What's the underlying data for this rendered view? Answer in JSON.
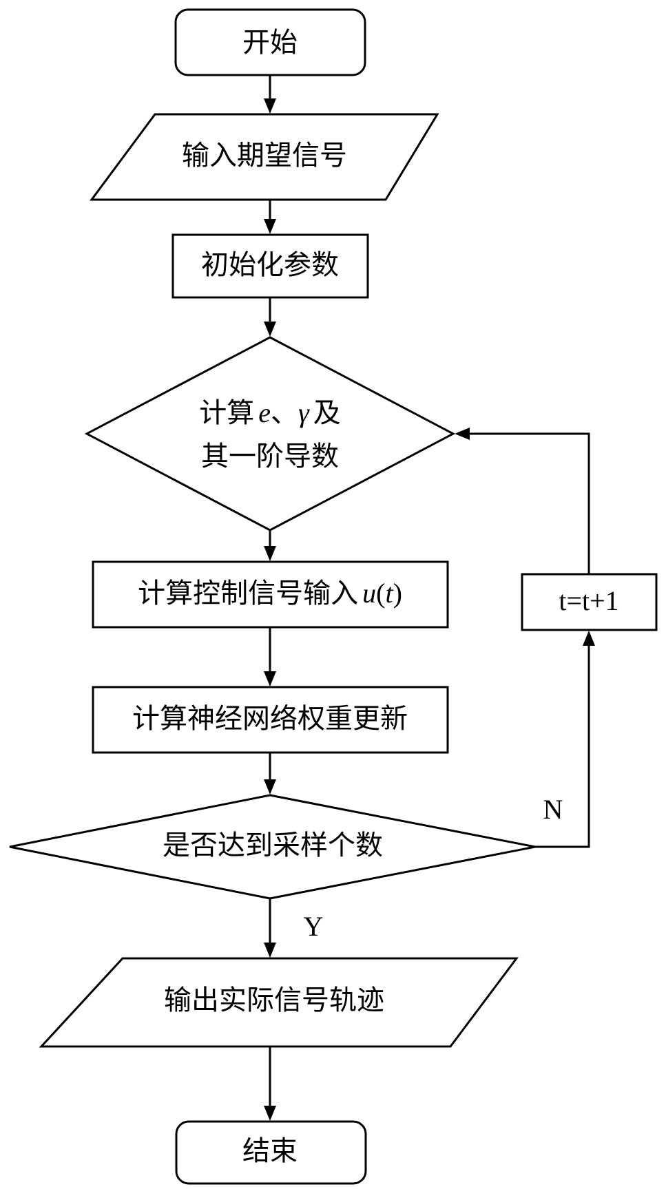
{
  "nodes": {
    "start": {
      "label": "开始"
    },
    "input": {
      "label": "输入期望信号"
    },
    "init": {
      "label": "初始化参数"
    },
    "compute": {
      "line1_prefix": "计算",
      "var_e": "e",
      "sep": "、",
      "var_gamma": "γ",
      "line1_suffix": "及",
      "line2": "其一阶导数"
    },
    "control": {
      "label": "计算控制信号输入",
      "var_u": "u",
      "paren_open": "(",
      "var_t": "t",
      "paren_close": ")"
    },
    "weights": {
      "label": "计算神经网络权重更新"
    },
    "decision": {
      "label": "是否达到采样个数"
    },
    "increment": {
      "label": "t=t+1"
    },
    "output": {
      "label": "输出实际信号轨迹"
    },
    "end": {
      "label": "结束"
    }
  },
  "edge_labels": {
    "no": "N",
    "yes": "Y"
  },
  "colors": {
    "stroke": "#000000",
    "fill": "#ffffff"
  }
}
